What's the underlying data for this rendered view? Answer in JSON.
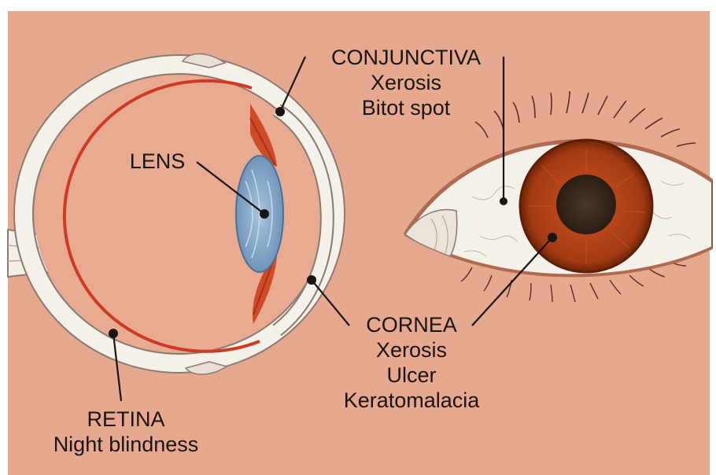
{
  "colors": {
    "background": "#e6a98f",
    "sclera": "#f4f0ea",
    "retina": "#cf3a24",
    "lens": "#8fb0cf",
    "iris": "#a23a12",
    "pupil": "#3a2a1e",
    "ink": "#1a1412"
  },
  "labels": {
    "conjunctiva": {
      "title": "CONJUNCTIVA",
      "notes": [
        "Xerosis",
        "Bitot spot"
      ]
    },
    "lens": {
      "title": "LENS"
    },
    "cornea": {
      "title": "CORNEA",
      "notes": [
        "Xerosis",
        "Ulcer",
        "Keratomalacia"
      ]
    },
    "retina": {
      "title": "RETINA",
      "notes": [
        "Night blindness"
      ]
    }
  },
  "figures": {
    "cross_section": "eye-cross-section",
    "external_view": "external-eye-view"
  }
}
